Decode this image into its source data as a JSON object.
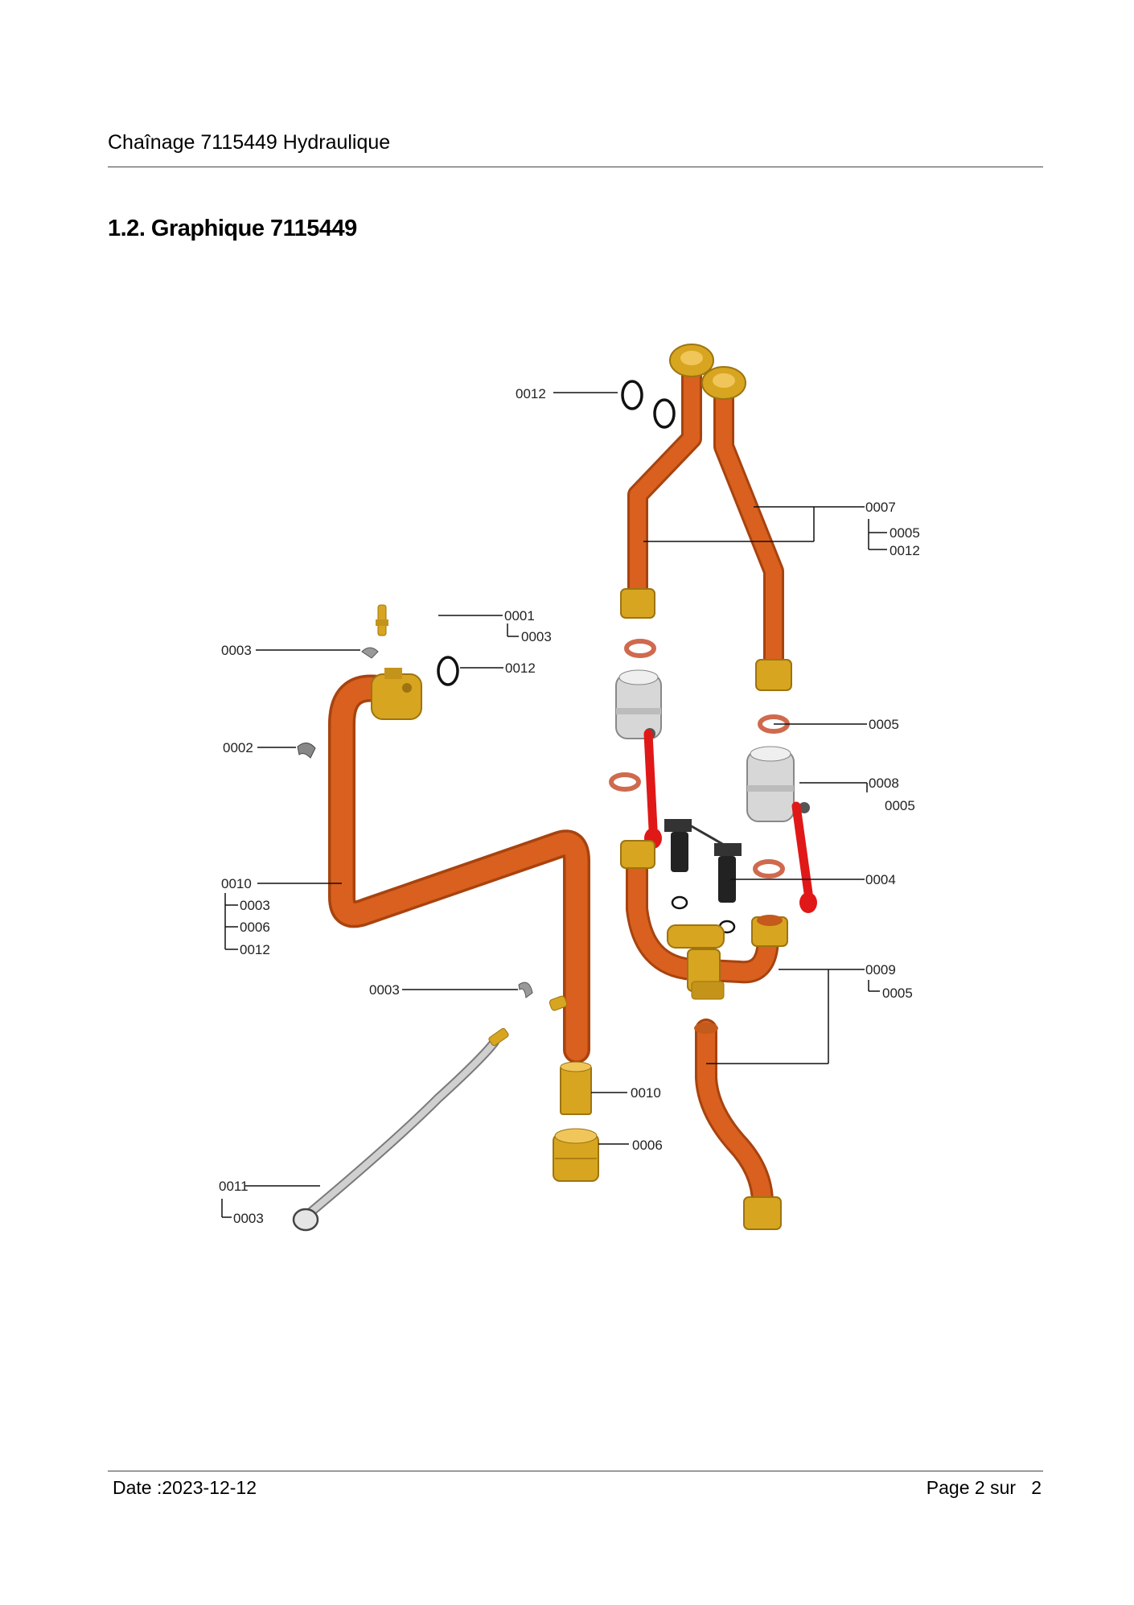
{
  "header": {
    "title": "Chaînage 7115449 Hydraulique"
  },
  "section": {
    "title": "1.2. Graphique 7115449"
  },
  "diagram": {
    "callouts": {
      "c0012_top": "0012",
      "c0007": "0007",
      "c0007_sub1": "0005",
      "c0007_sub2": "0012",
      "c0001": "0001",
      "c0001_sub": "0003",
      "c0003_left": "0003",
      "c0012_mid": "0012",
      "c0002": "0002",
      "c0005": "0005",
      "c0008": "0008",
      "c0008_sub": "0005",
      "c0004": "0004",
      "c0010_main": "0010",
      "c0010_sub1": "0003",
      "c0010_sub2": "0006",
      "c0010_sub3": "0012",
      "c0009": "0009",
      "c0009_sub": "0005",
      "c0003_lower": "0003",
      "c0010_sleeve": "0010",
      "c0006": "0006",
      "c0011": "0011",
      "c0011_sub": "0003"
    },
    "colors": {
      "pipe": "#d9601e",
      "pipe_edge": "#a8430f",
      "brass": "#d8a520",
      "brass_dark": "#9d7410",
      "valve_body": "#d7d7d7",
      "valve_handle": "#e01818",
      "gasket": "#cf6a4e",
      "oring": "#111111",
      "hose": "#d0d0d0"
    }
  },
  "footer": {
    "date": "Date :2023-12-12",
    "page": "Page 2 sur   2"
  }
}
